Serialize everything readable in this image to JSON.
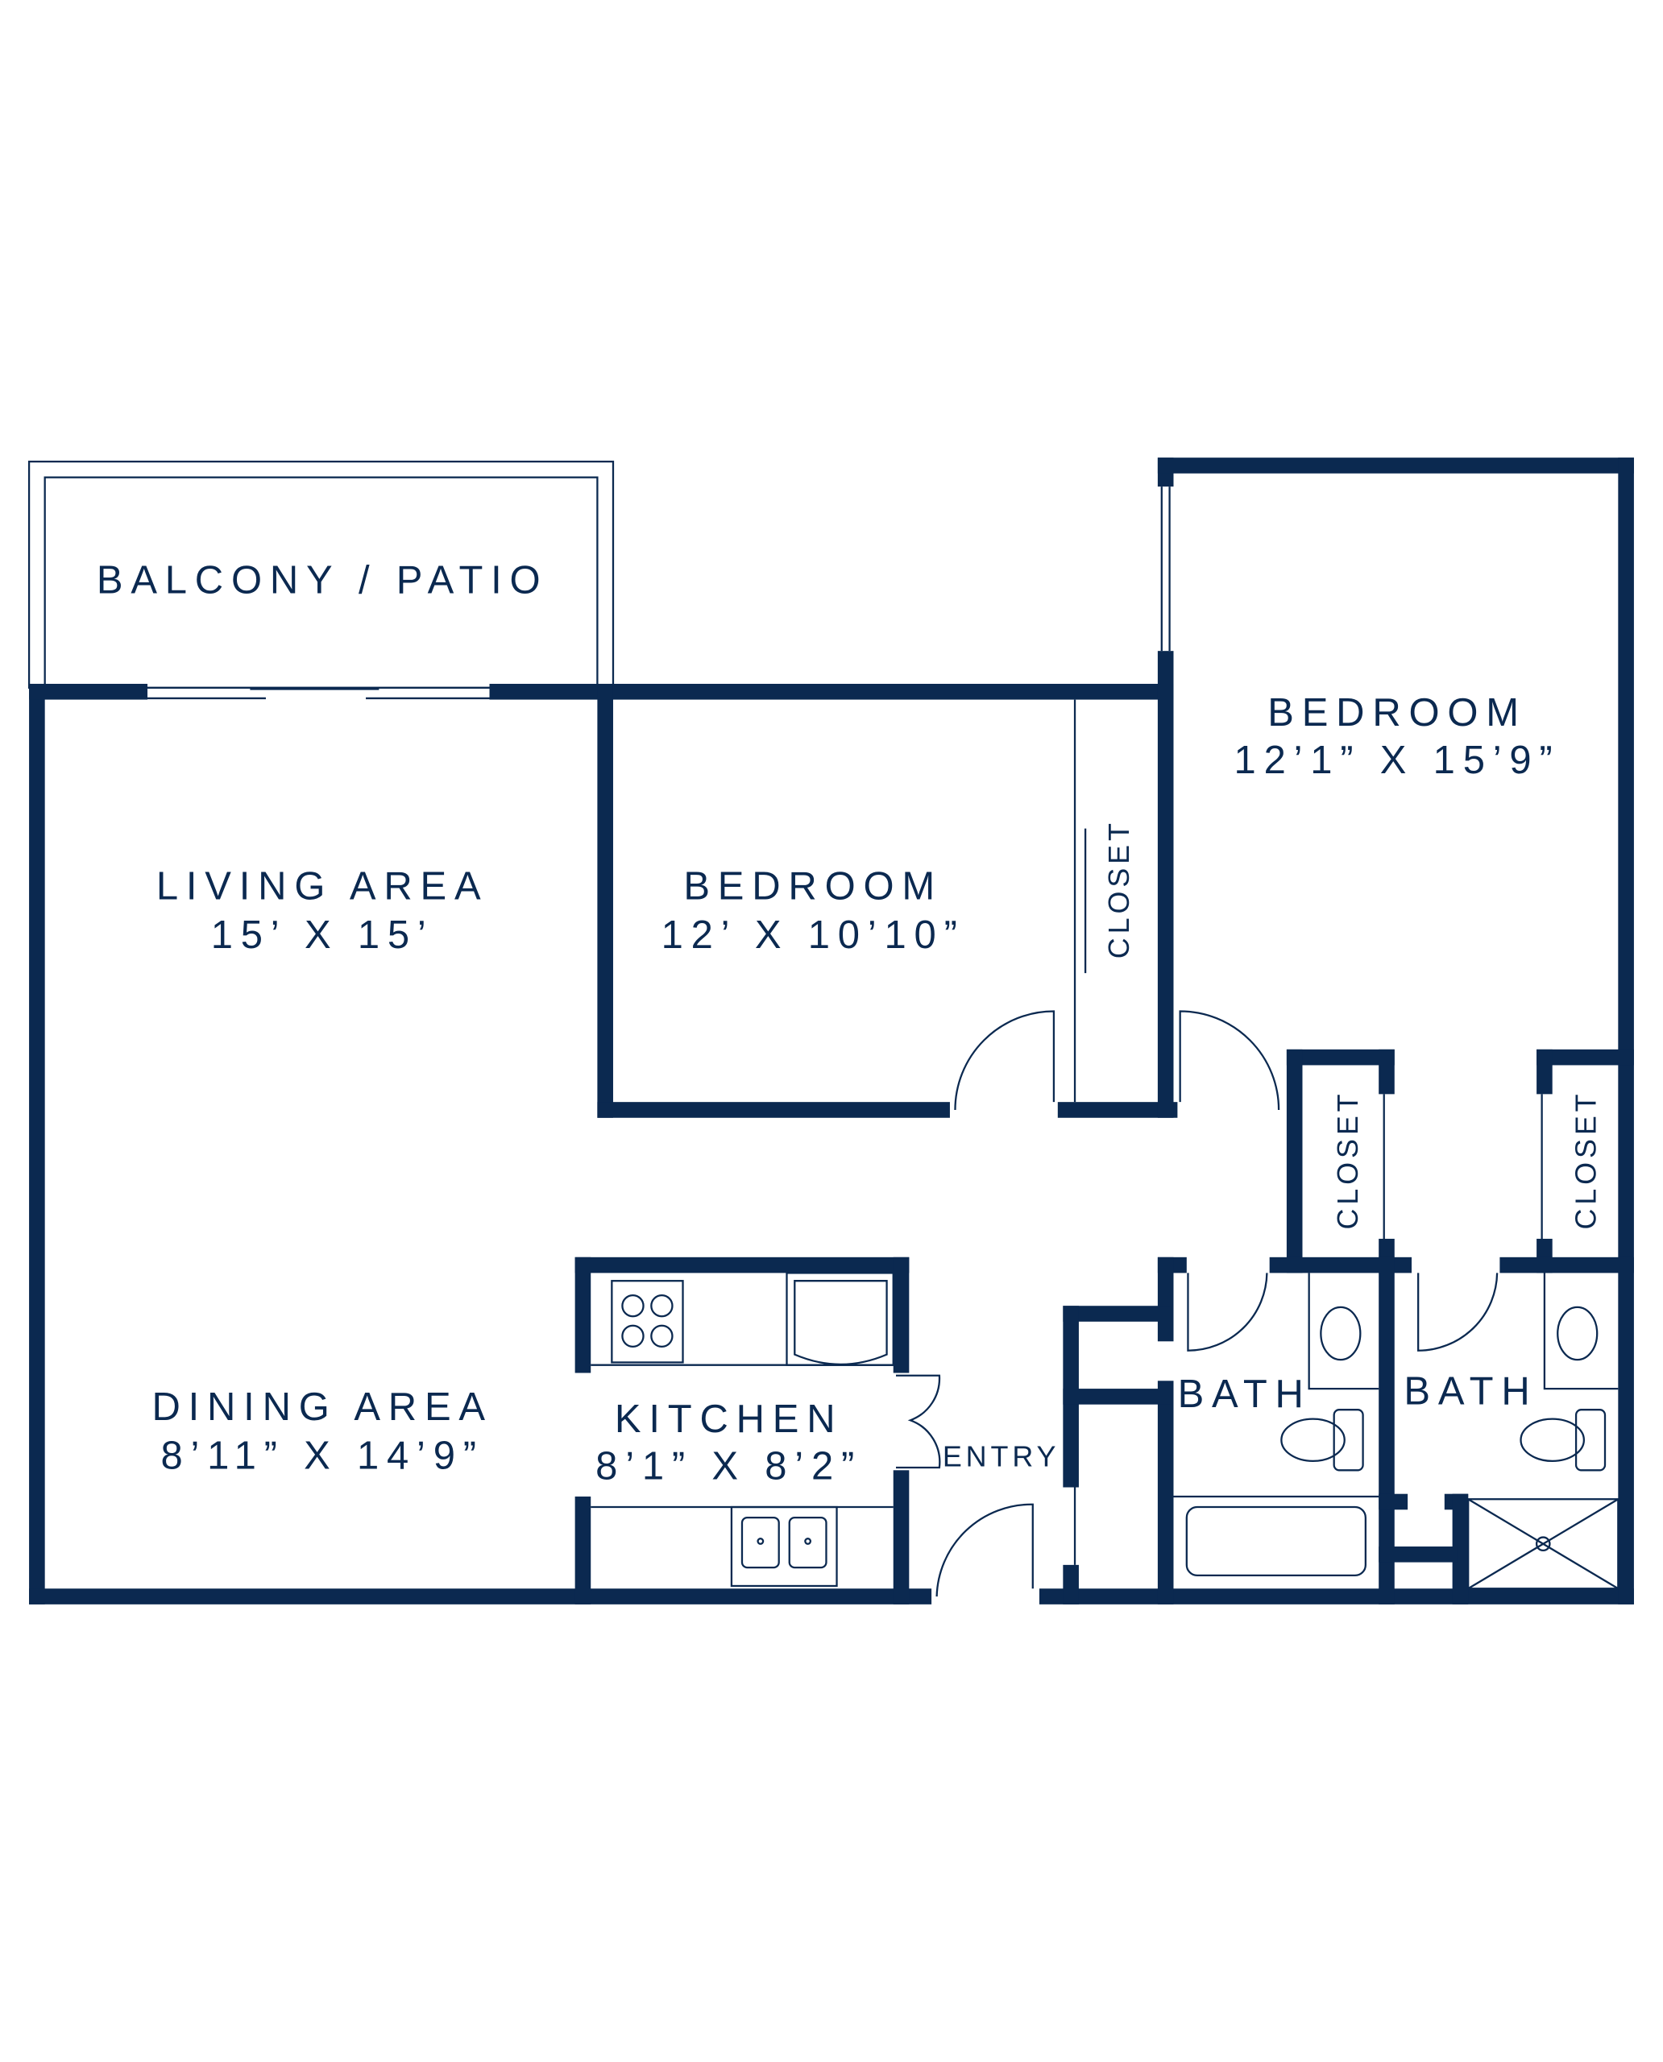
{
  "colors": {
    "wall": "#0b2950",
    "background": "#ffffff"
  },
  "rooms": {
    "balcony": {
      "name": "BALCONY / PATIO"
    },
    "living": {
      "name": "LIVING AREA",
      "size": "15’ X 15’"
    },
    "bedroom1": {
      "name": "BEDROOM",
      "size": "12’ X 10’10”"
    },
    "bedroom2": {
      "name": "BEDROOM",
      "size": "12’1” X 15’9”"
    },
    "dining": {
      "name": "DINING AREA",
      "size": "8’11” X 14’9”"
    },
    "kitchen": {
      "name": "KITCHEN",
      "size": "8’1” X 8’2”"
    },
    "bath1": {
      "name": "BATH"
    },
    "bath2": {
      "name": "BATH"
    },
    "closet1": {
      "name": "CLOSET"
    },
    "closet2": {
      "name": "CLOSET"
    },
    "closet3": {
      "name": "CLOSET"
    },
    "entry": {
      "name": "ENTRY"
    }
  }
}
